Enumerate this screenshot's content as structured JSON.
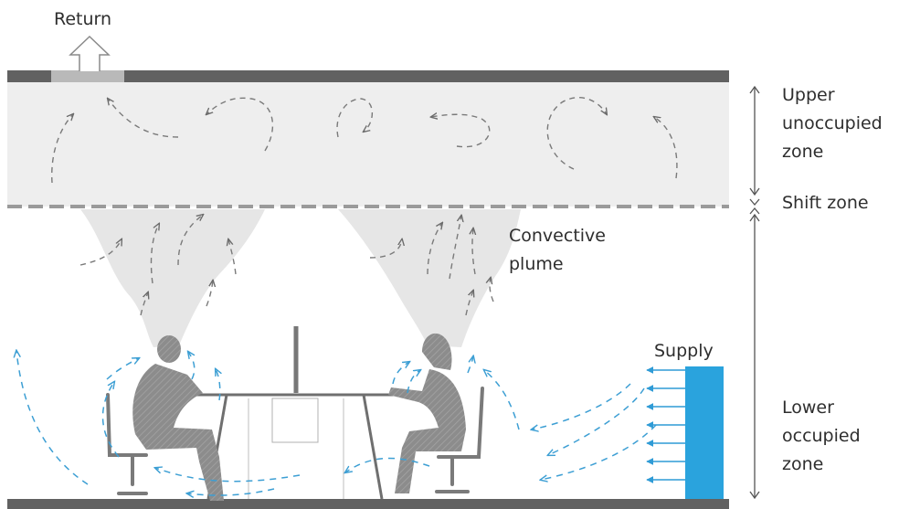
{
  "labels": {
    "return": "Return",
    "upper_zone_line1": "Upper",
    "upper_zone_line2": "unoccupied",
    "upper_zone_line3": "zone",
    "shift_zone": "Shift zone",
    "plume_line1": "Convective",
    "plume_line2": "plume",
    "supply": "Supply",
    "lower_zone_line1": "Lower",
    "lower_zone_line2": "occupied",
    "lower_zone_line3": "zone"
  },
  "colors": {
    "ceiling": "#616161",
    "upper_zone": "#eeeeee",
    "plume": "#e6e6e6",
    "supply_unit": "#2aa3dd",
    "supply_air": "#3d9fd4",
    "room_air": "#7a7a7a",
    "people": "#8a8a8a"
  }
}
